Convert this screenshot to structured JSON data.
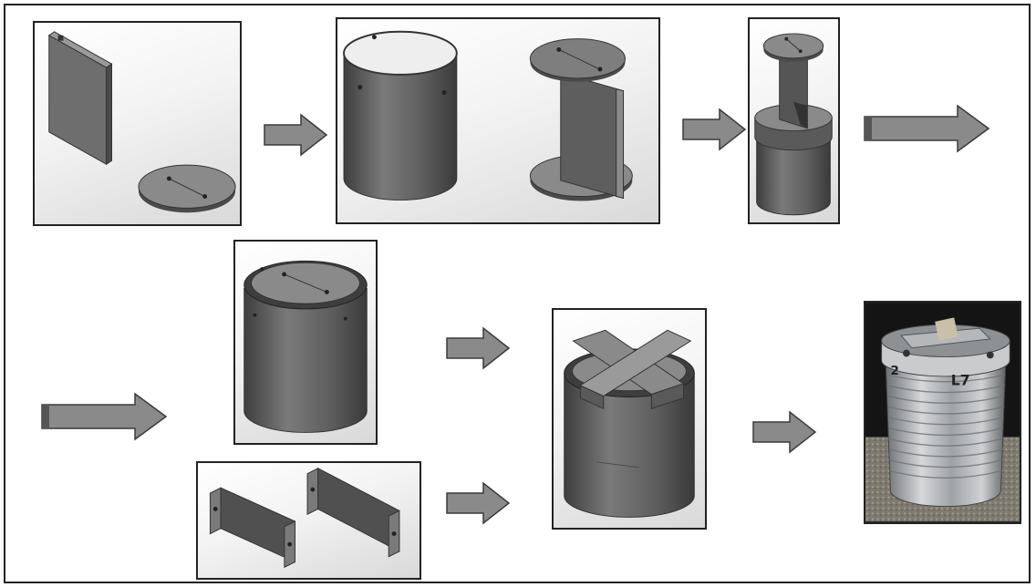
{
  "diagram": {
    "colors": {
      "border": "#222222",
      "part_face": "#6e6e6e",
      "part_dark": "#4a4a4a",
      "part_light": "#9a9a9a",
      "arrow_fill": "#8a8a8a",
      "arrow_stroke": "#3a3a3a",
      "photo_bg": "#1a1a1a",
      "tin": "#b9bcbf"
    },
    "steps": [
      {
        "name": "plate-and-disc-parts"
      },
      {
        "name": "cylinder-and-disc-with-divider"
      },
      {
        "name": "divider-assembly-in-cylinder"
      },
      {
        "name": "assembled-closed-cylinder"
      },
      {
        "name": "bracket-parts"
      },
      {
        "name": "cylinder-with-cross-brackets"
      },
      {
        "name": "photo-of-built-tin-can"
      }
    ],
    "photo_marks": [
      "2",
      "L7"
    ]
  }
}
